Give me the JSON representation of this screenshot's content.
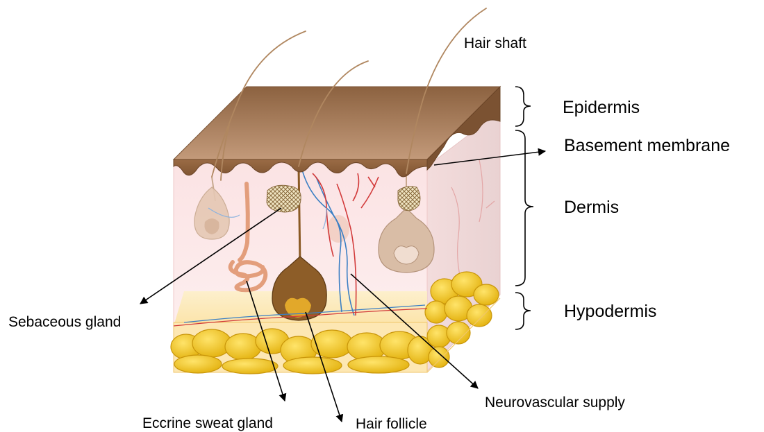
{
  "labels": {
    "hair_shaft": "Hair shaft",
    "epidermis": "Epidermis",
    "basement_membrane": "Basement membrane",
    "dermis": "Dermis",
    "hypodermis": "Hypodermis",
    "sebaceous_gland": "Sebaceous gland",
    "eccrine_sweat_gland": "Eccrine sweat gland",
    "hair_follicle": "Hair follicle",
    "neurovascular_supply": "Neurovascular supply"
  },
  "colors": {
    "epidermis_top": "#a77c58",
    "epidermis_front": "#8b5f3c",
    "epidermis_side": "#6f4a2b",
    "dermis": "#fbe6e6",
    "hypodermis_base": "#fde9b8",
    "fat": "#f2c617",
    "fat_dark": "#d9a90c",
    "hair": "#b08760",
    "follicle_bulb": "#8a5a24",
    "sweat_gland": "#e8a383",
    "artery": "#d23a3a",
    "vein": "#3b7fc4"
  }
}
